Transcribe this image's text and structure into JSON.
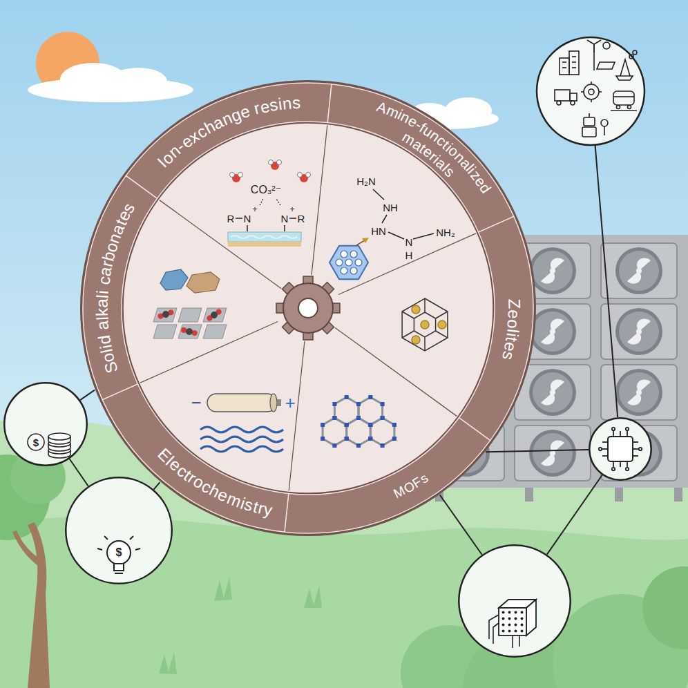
{
  "diagram": {
    "nodes": [
      {
        "text": [
          "Ion-exchange resins"
        ]
      },
      {
        "text": [
          "Amine-functionalized materials"
        ]
      },
      {
        "text": [
          "Zeolites"
        ]
      },
      {
        "text": [
          "MOFs"
        ]
      },
      {
        "text": [
          "Electrochemistry"
        ]
      },
      {
        "text": [
          "Solid alkali carbonates"
        ]
      },
      {
        "text": [
          "Fund raising"
        ]
      },
      {
        "text": [
          "University spin-offs"
        ]
      },
      {
        "text": [
          "AI"
        ]
      },
      {
        "text": [
          "Coproducers"
        ]
      }
    ],
    "edges": [
      {
        "from": 6,
        "to": 5,
        "arrow": "none"
      },
      {
        "from": 6,
        "to": 7,
        "arrow": "none"
      },
      {
        "from": 7,
        "to": 4,
        "arrow": "none"
      },
      {
        "from": 8,
        "to": 3,
        "arrow": "none"
      },
      {
        "from": 9,
        "to": 3,
        "arrow": "none"
      },
      {
        "from": 8,
        "to": 9,
        "arrow": "none"
      }
    ],
    "labels": [
      "CO₃²⁻",
      "R",
      "N",
      "+",
      "N",
      "+",
      "R",
      "H₂N",
      "NH",
      "HN",
      "N",
      "H",
      "NH₂",
      "−",
      "+",
      "$",
      "$"
    ]
  }
}
